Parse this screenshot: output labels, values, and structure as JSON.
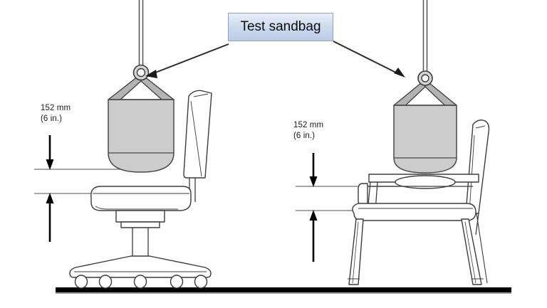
{
  "diagram": {
    "title_callout": {
      "label": "Test sandbag"
    },
    "left_assembly": {
      "name": "task-chair-drop-test",
      "dimension": {
        "metric": "152 mm",
        "imperial": "(6 in.)"
      },
      "chair_type": "swivel office chair with castered pedestal base",
      "caster_count": 5
    },
    "right_assembly": {
      "name": "stacking-armchair-drop-test",
      "dimension": {
        "metric": "152 mm",
        "imperial": "(6 in.)"
      },
      "chair_type": "four-leg armchair with arms",
      "leg_count": 4
    }
  },
  "colors": {
    "sandbag_fill": "#cccccc",
    "sandbag_stroke": "#4a4a4a",
    "harness_fill": "#b3b3b3",
    "callout_border": "#8ba3c7",
    "callout_fill": "#c6d6ec",
    "outline": "#3c3c3c",
    "ground": "#000000",
    "dimension_line": "#7a7a7a"
  }
}
